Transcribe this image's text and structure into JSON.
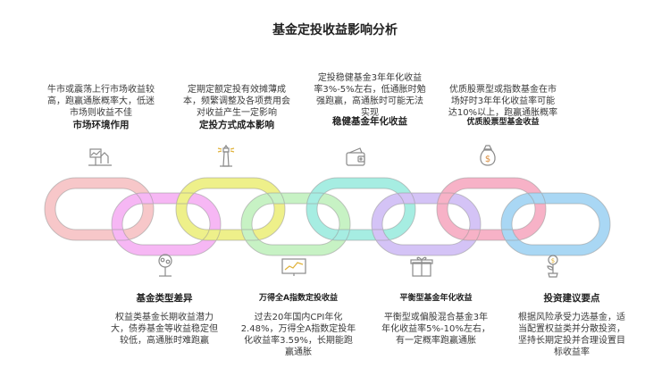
{
  "title": "基金定投收益影响分析",
  "colors": {
    "link_pink": "#f7c7c9",
    "link_yellow": "#eef08a",
    "link_magenta": "#f6b7f4",
    "link_green": "#c7f2c4",
    "link_teal": "#a6ede2",
    "link_purple": "#d4c3f6",
    "link_rose": "#f7b2c7",
    "link_blue": "#a9d7f4",
    "icon_stroke": "#8a8a8a"
  },
  "top": [
    {
      "heading": "市场环境作用",
      "desc": [
        "牛市或震荡上行市场收益较",
        "高，跑赢通胀概率大，低迷",
        "市场则收益不佳"
      ],
      "icon": "market-chart-icon"
    },
    {
      "heading": "定投方式成本影响",
      "desc": [
        "定期定额定投有效摊薄成",
        "本，频繁调整及各项费用会",
        "对收益产生一定影响"
      ],
      "icon": "lighthouse-icon"
    },
    {
      "heading": "稳健基金年化收益",
      "desc": [
        "定投稳健基金3年年化收益",
        "率3%-5%左右，低通胀时勉",
        "强跑赢，高通胀时可能无法",
        "实现"
      ],
      "icon": "wallet-icon"
    },
    {
      "heading": "优质股票型基金收益",
      "desc": [
        "优质股票型或指数基金在市",
        "场好时3年年化收益率可能",
        "达10%以上，跑赢通胀概率"
      ],
      "icon": "money-bag-icon"
    }
  ],
  "bottom": [
    {
      "heading": "基金类型差异",
      "desc": [
        "权益类基金长期收益潜力",
        "大，债券基金等收益稳定但",
        "较低，高通胀时难跑赢"
      ],
      "icon": "money-tree-icon"
    },
    {
      "heading": "万得全A指数定投收益",
      "desc": [
        "过去20年国内CPI年化",
        "2.48%，万得全A指数定投年",
        "化收益率3.59%，长期能跑",
        "赢通胀"
      ],
      "icon": "chart-board-icon"
    },
    {
      "heading": "平衡型基金年化收益",
      "desc": [
        "平衡型或偏股混合基金3年",
        "年化收益率5%-10%左右，",
        "有一定概率跑赢通胀"
      ],
      "icon": "gift-box-icon"
    },
    {
      "heading": "投资建议要点",
      "desc": [
        "根据风险承受力选基金，适",
        "当配置权益类并分散投资，",
        "坚持长期定投并合理设置目",
        "标收益率"
      ],
      "icon": "plant-coin-icon"
    }
  ]
}
